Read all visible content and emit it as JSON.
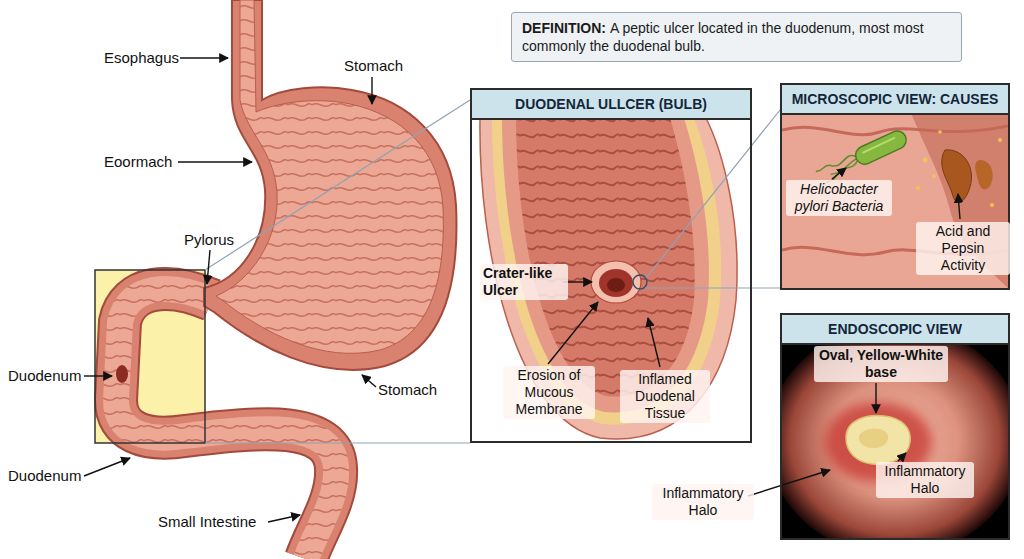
{
  "diagram": {
    "nodes": [
      {
        "text": [
          "DEFINITION:",
          "A peptic ulcer located in the duodenum, most most commonly the duodenal bulb."
        ]
      },
      {
        "text": [
          "DUODENAL ULLCER (BULB)"
        ]
      },
      {
        "text": [
          "MICROSCOPIC VIEW: CAUSES"
        ]
      },
      {
        "text": [
          "ENDOSCOPIC VIEW"
        ]
      }
    ],
    "labels": [
      "Esophagus",
      "Stomach",
      "Eoormach",
      "Pylorus",
      "Duodenum",
      "Stomach",
      "Duodenum",
      "Small Intestine",
      "Crater-like Ulcer",
      "Erosion of Mucous Membrane",
      "Inflamed Duodenal Tissue",
      "Helicobacter pylori Bacteria",
      "Acid and Pepsin Activity",
      "Oval, Yellow-White base",
      "Inflammatory Halo",
      "Inflammatory Halo"
    ]
  }
}
